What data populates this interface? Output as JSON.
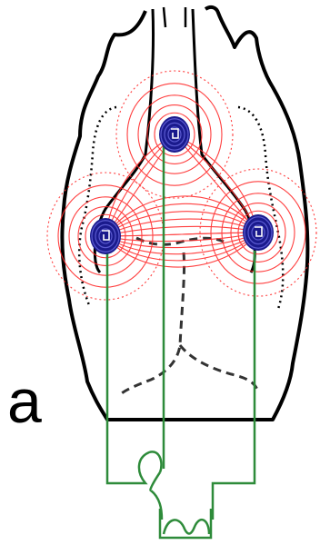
{
  "figure": {
    "panel_label": "a"
  },
  "colors": {
    "outline": "#000000",
    "field_lines": "#ff2a2a",
    "coil": "#1a1a8c",
    "coil_core": "#ffffff",
    "wiring": "#2e8b3a",
    "background": "#ffffff"
  },
  "components": [
    {
      "name": "top-coil",
      "kind": "coil"
    },
    {
      "name": "left-coil",
      "kind": "coil"
    },
    {
      "name": "right-coil",
      "kind": "coil"
    },
    {
      "name": "wire-loop",
      "kind": "connector"
    }
  ]
}
